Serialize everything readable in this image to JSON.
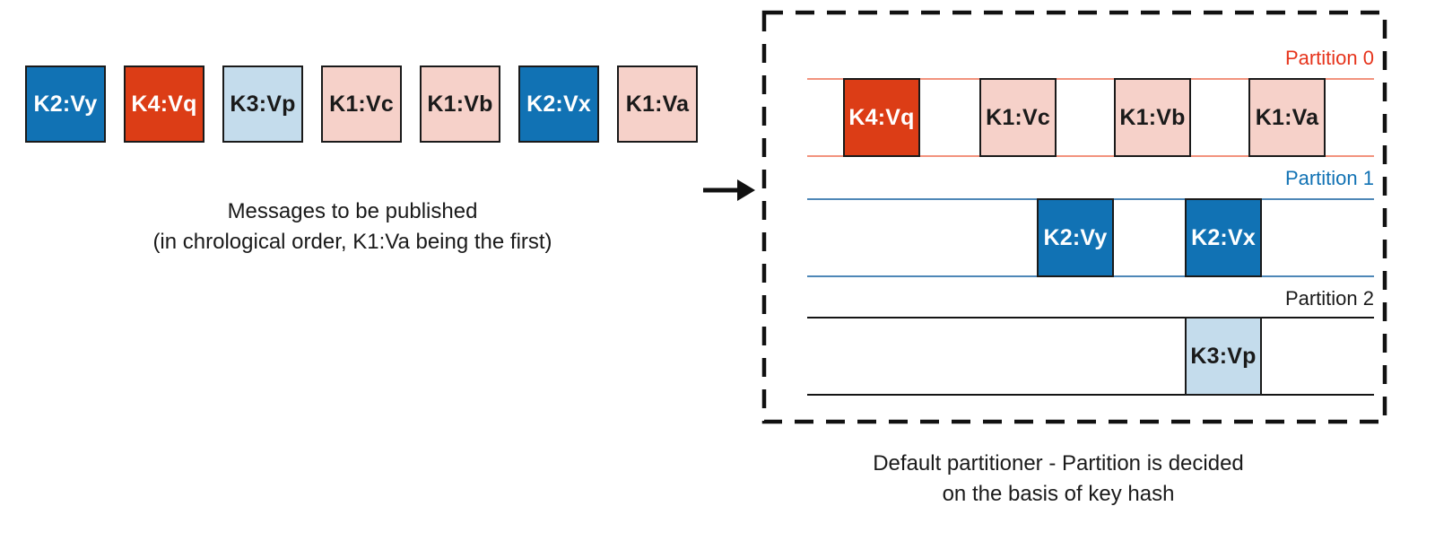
{
  "messages": {
    "items": [
      {
        "label": "K2:Vy",
        "color": "blue"
      },
      {
        "label": "K4:Vq",
        "color": "red"
      },
      {
        "label": "K3:Vp",
        "color": "light-blue"
      },
      {
        "label": "K1:Vc",
        "color": "pink"
      },
      {
        "label": "K1:Vb",
        "color": "pink"
      },
      {
        "label": "K2:Vx",
        "color": "blue"
      },
      {
        "label": "K1:Va",
        "color": "pink"
      }
    ],
    "caption_line1": "Messages to be published",
    "caption_line2": "(in chrological order, K1:Va being the first)"
  },
  "arrow": {
    "icon": "right-arrow"
  },
  "partitioner": {
    "partitions": [
      {
        "label": "Partition 0",
        "accent_color": "#e6341c",
        "line_color": "#f2937e",
        "messages": [
          {
            "label": "K4:Vq",
            "color": "red"
          },
          {
            "label": "K1:Vc",
            "color": "pink"
          },
          {
            "label": "K1:Vb",
            "color": "pink"
          },
          {
            "label": "K1:Va",
            "color": "pink"
          }
        ]
      },
      {
        "label": "Partition 1",
        "accent_color": "#1172b4",
        "line_color": "#4e87b7",
        "messages": [
          {
            "label": "K2:Vy",
            "color": "blue"
          },
          {
            "label": "K2:Vx",
            "color": "blue"
          }
        ]
      },
      {
        "label": "Partition 2",
        "accent_color": "#1a1a1a",
        "line_color": "#141414",
        "messages": [
          {
            "label": "K3:Vp",
            "color": "light-blue"
          }
        ]
      }
    ],
    "caption_line1": "Default partitioner - Partition is decided",
    "caption_line2": "on the basis of key hash"
  },
  "palette": {
    "message_blue": "#1172b4",
    "message_red": "#dc3d16",
    "message_light_blue": "#c4dcec",
    "message_pink": "#f6d1c9",
    "box_border": "#1a1a1a",
    "dashed_border": "#111111",
    "text": "#1a1a1a"
  }
}
